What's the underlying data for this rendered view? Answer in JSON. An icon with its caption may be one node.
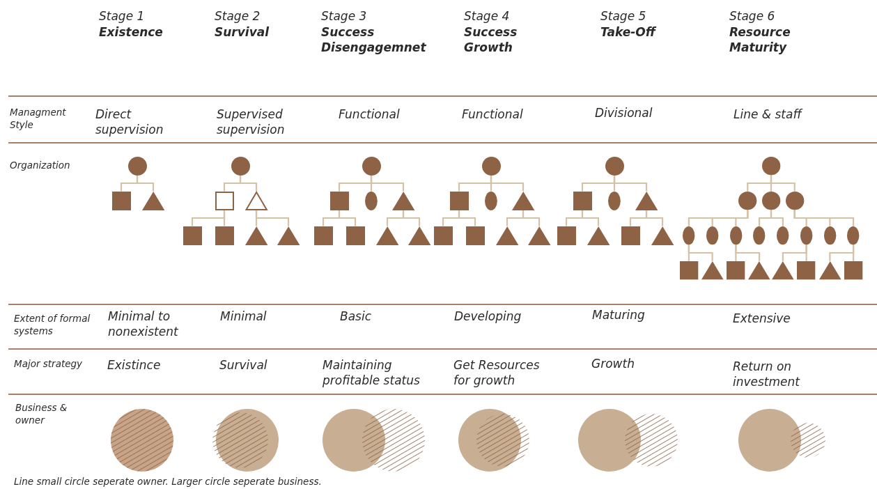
{
  "diagram": {
    "caption": "Line small circle seperate owner. Larger circle seperate business.",
    "nodes": [
      {
        "text": [],
        "shape": "circle"
      },
      {
        "text": [],
        "shape": "box"
      },
      {
        "text": [],
        "shape": "triangle"
      },
      {
        "text": [],
        "shape": "circle"
      },
      {
        "text": [],
        "shape": "box"
      },
      {
        "text": [],
        "shape": "triangle"
      },
      {
        "text": [],
        "shape": "box"
      },
      {
        "text": [],
        "shape": "box"
      },
      {
        "text": [],
        "shape": "triangle"
      },
      {
        "text": [],
        "shape": "triangle"
      },
      {
        "text": [],
        "shape": "circle"
      },
      {
        "text": [],
        "shape": "box"
      },
      {
        "text": [],
        "shape": "ellipse"
      },
      {
        "text": [],
        "shape": "triangle"
      },
      {
        "text": [],
        "shape": "box"
      },
      {
        "text": [],
        "shape": "box"
      },
      {
        "text": [],
        "shape": "triangle"
      },
      {
        "text": [],
        "shape": "triangle"
      },
      {
        "text": [],
        "shape": "circle"
      },
      {
        "text": [],
        "shape": "box"
      },
      {
        "text": [],
        "shape": "ellipse"
      },
      {
        "text": [],
        "shape": "triangle"
      },
      {
        "text": [],
        "shape": "box"
      },
      {
        "text": [],
        "shape": "box"
      },
      {
        "text": [],
        "shape": "triangle"
      },
      {
        "text": [],
        "shape": "triangle"
      },
      {
        "text": [],
        "shape": "circle"
      },
      {
        "text": [],
        "shape": "box"
      },
      {
        "text": [],
        "shape": "ellipse"
      },
      {
        "text": [],
        "shape": "triangle"
      },
      {
        "text": [],
        "shape": "box"
      },
      {
        "text": [],
        "shape": "triangle"
      },
      {
        "text": [],
        "shape": "box"
      },
      {
        "text": [],
        "shape": "triangle"
      },
      {
        "text": [],
        "shape": "circle"
      },
      {
        "text": [],
        "shape": "circle"
      },
      {
        "text": [],
        "shape": "circle"
      },
      {
        "text": [],
        "shape": "circle"
      },
      {
        "text": [],
        "shape": "ellipse"
      },
      {
        "text": [],
        "shape": "ellipse"
      },
      {
        "text": [],
        "shape": "ellipse"
      },
      {
        "text": [],
        "shape": "ellipse"
      },
      {
        "text": [],
        "shape": "ellipse"
      },
      {
        "text": [],
        "shape": "ellipse"
      },
      {
        "text": [],
        "shape": "ellipse"
      },
      {
        "text": [],
        "shape": "ellipse"
      },
      {
        "text": [],
        "shape": "box"
      },
      {
        "text": [],
        "shape": "triangle"
      },
      {
        "text": [],
        "shape": "box"
      },
      {
        "text": [],
        "shape": "triangle"
      },
      {
        "text": [],
        "shape": "triangle"
      },
      {
        "text": [],
        "shape": "box"
      },
      {
        "text": [],
        "shape": "triangle"
      },
      {
        "text": [],
        "shape": "box"
      }
    ],
    "edges": [
      {
        "from": 0,
        "to": 1,
        "arrow": "none"
      },
      {
        "from": 0,
        "to": 2,
        "arrow": "none"
      },
      {
        "from": 3,
        "to": 4,
        "arrow": "none"
      },
      {
        "from": 3,
        "to": 5,
        "arrow": "none"
      },
      {
        "from": 4,
        "to": 6,
        "arrow": "none"
      },
      {
        "from": 4,
        "to": 7,
        "arrow": "none"
      },
      {
        "from": 5,
        "to": 8,
        "arrow": "none"
      },
      {
        "from": 5,
        "to": 9,
        "arrow": "none"
      },
      {
        "from": 10,
        "to": 11,
        "arrow": "none"
      },
      {
        "from": 10,
        "to": 12,
        "arrow": "none"
      },
      {
        "from": 10,
        "to": 13,
        "arrow": "none"
      },
      {
        "from": 11,
        "to": 14,
        "arrow": "none"
      },
      {
        "from": 11,
        "to": 15,
        "arrow": "none"
      },
      {
        "from": 13,
        "to": 16,
        "arrow": "none"
      },
      {
        "from": 13,
        "to": 17,
        "arrow": "none"
      },
      {
        "from": 18,
        "to": 19,
        "arrow": "none"
      },
      {
        "from": 18,
        "to": 20,
        "arrow": "none"
      },
      {
        "from": 18,
        "to": 21,
        "arrow": "none"
      },
      {
        "from": 19,
        "to": 22,
        "arrow": "none"
      },
      {
        "from": 19,
        "to": 23,
        "arrow": "none"
      },
      {
        "from": 21,
        "to": 24,
        "arrow": "none"
      },
      {
        "from": 21,
        "to": 25,
        "arrow": "none"
      },
      {
        "from": 26,
        "to": 27,
        "arrow": "none"
      },
      {
        "from": 26,
        "to": 28,
        "arrow": "none"
      },
      {
        "from": 26,
        "to": 29,
        "arrow": "none"
      },
      {
        "from": 27,
        "to": 30,
        "arrow": "none"
      },
      {
        "from": 27,
        "to": 31,
        "arrow": "none"
      },
      {
        "from": 29,
        "to": 32,
        "arrow": "none"
      },
      {
        "from": 29,
        "to": 33,
        "arrow": "none"
      },
      {
        "from": 34,
        "to": 35,
        "arrow": "none"
      },
      {
        "from": 34,
        "to": 36,
        "arrow": "none"
      },
      {
        "from": 34,
        "to": 37,
        "arrow": "none"
      },
      {
        "from": 35,
        "to": 38,
        "arrow": "none"
      },
      {
        "from": 35,
        "to": 39,
        "arrow": "none"
      },
      {
        "from": 35,
        "to": 40,
        "arrow": "none"
      },
      {
        "from": 36,
        "to": 41,
        "arrow": "none"
      },
      {
        "from": 36,
        "to": 42,
        "arrow": "none"
      },
      {
        "from": 37,
        "to": 43,
        "arrow": "none"
      },
      {
        "from": 37,
        "to": 44,
        "arrow": "none"
      },
      {
        "from": 37,
        "to": 45,
        "arrow": "none"
      },
      {
        "from": 38,
        "to": 46,
        "arrow": "none"
      },
      {
        "from": 38,
        "to": 47,
        "arrow": "none"
      },
      {
        "from": 40,
        "to": 48,
        "arrow": "none"
      },
      {
        "from": 40,
        "to": 49,
        "arrow": "none"
      },
      {
        "from": 43,
        "to": 50,
        "arrow": "none"
      },
      {
        "from": 43,
        "to": 51,
        "arrow": "none"
      },
      {
        "from": 45,
        "to": 52,
        "arrow": "none"
      },
      {
        "from": 45,
        "to": 53,
        "arrow": "none"
      }
    ],
    "labels": [
      "Stage 1",
      "Existence",
      "Stage 2",
      "Survival",
      "Stage 3",
      "Success Disengagemnet",
      "Stage 4",
      "Success Growth",
      "Stage 5",
      "Take-Off",
      "Stage 6",
      "Resource Maturity",
      "Managment Style",
      "Direct supervision",
      "Supervised supervision",
      "Functional",
      "Functional",
      "Divisional",
      "Line & staff",
      "Organization",
      "Extent of formal systems",
      "Minimal to nonexistent",
      "Minimal",
      "Basic",
      "Developing",
      "Maturing",
      "Extensive",
      "Major strategy",
      "Existince",
      "Survival",
      "Maintaining profitable status",
      "Get Resources for growth",
      "Growth",
      "Return on investment",
      "Business & owner"
    ]
  }
}
